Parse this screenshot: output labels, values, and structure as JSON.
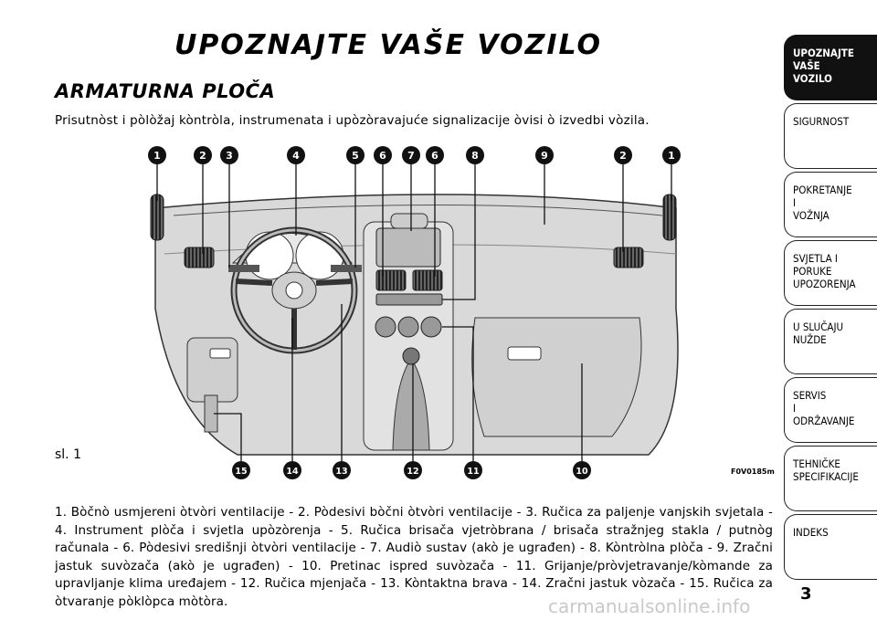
{
  "header": {
    "title": "UPOZNAJTE VAŠE VOZILO",
    "section_heading": "ARMATURNA PLOČA",
    "intro": "Prisutnòst i pòlòžaj kòntròla, instrumenata i upòzòravajuće signalizacije òvisi ò izvedbi vòzila."
  },
  "figure": {
    "label": "sl. 1",
    "code": "F0V0185m",
    "callouts_top": [
      "1",
      "2",
      "3",
      "4",
      "5",
      "6",
      "7",
      "6",
      "8",
      "9",
      "2",
      "1"
    ],
    "callouts_bottom": [
      "15",
      "14",
      "13",
      "12",
      "11",
      "10"
    ]
  },
  "caption": "1. Bòčnò usmjereni òtvòri ventilacije - 2. Pòdesivi bòčni òtvòri ventilacije - 3. Ručica za paljenje vanjskih svjetala - 4. Instrument plòča i svjetla upòzòrenja - 5. Ručica brisača vjetròbrana / brisača stražnjeg stakla / putnòg računala - 6. Pòdesivi središnji òtvòri ventilacije - 7. Audiò sustav (akò je ugrađen) - 8. Kòntròlna plòča - 9. Zračni jastuk suvòzača (akò je ugrađen) - 10. Pretinac ispred suvòzača - 11. Grijanje/pròvjetravanje/kòmande za upravljanje klima uređajem - 12. Ručica mjenjača - 13. Kòntaktna brava - 14. Zračni jastuk vòzača - 15. Ručica za òtvaranje pòklòpca mòtòra.",
  "sidebar": {
    "tabs": [
      {
        "label": "UPOZNAJTE\nVAŠE\nVOZILO",
        "active": true
      },
      {
        "label": "SIGURNOST",
        "active": false
      },
      {
        "label": "POKRETANJE\nI\nVOŽNJA",
        "active": false
      },
      {
        "label": "SVJETLA I\nPORUKE\nUPOZORENJA",
        "active": false
      },
      {
        "label": "U SLUČAJU\nNUŽDE",
        "active": false
      },
      {
        "label": "SERVIS\nI\nODRŽAVANJE",
        "active": false
      },
      {
        "label": "TEHNIČKE\nSPECIFIKACIJE",
        "active": false
      },
      {
        "label": "INDEKS",
        "active": false
      }
    ]
  },
  "footer": {
    "page_number": "3",
    "watermark": "carmanualsonline.info"
  }
}
